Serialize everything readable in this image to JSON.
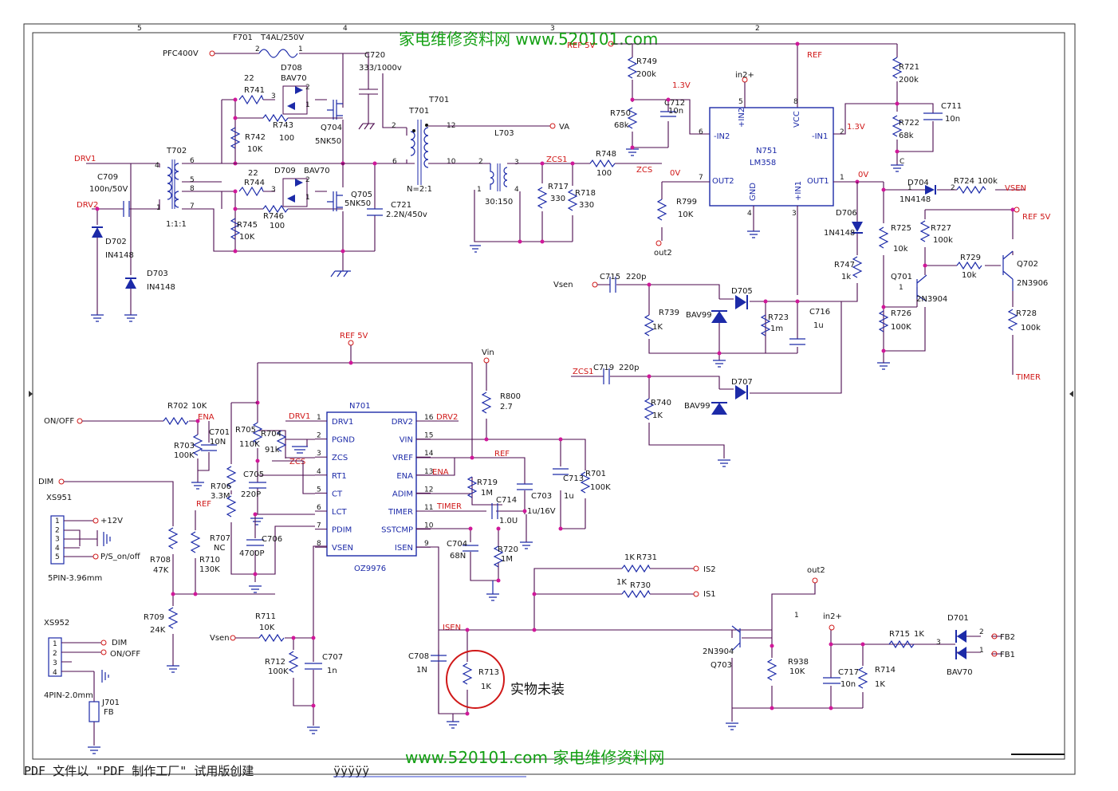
{
  "watermark_top": "家电维修资料网  www.520101.com",
  "watermark_bottom": "www.520101.com  家电维修资料网",
  "footer_text": "PDF 文件以 \"PDF 制作工厂\" 试用版创建",
  "footer_mark": "ÿÿÿÿÿ",
  "annotation_not_fitted": "实物未装",
  "grid_numbers": [
    "5",
    "4",
    "3",
    "2"
  ],
  "nets": {
    "pfc400v": "PFC400V",
    "ref5v_top": "REF 5V",
    "ref": "REF",
    "v13_a": "1.3V",
    "v13_b": "1.3V",
    "drv1": "DRV1",
    "drv2": "DRV2",
    "va": "VA",
    "zcs1": "ZCS1",
    "zcs": "ZCS",
    "v0_a": "0V",
    "v0_b": "0V",
    "vsen_out": "VSEN",
    "ref5v_right": "REF 5V",
    "timer_out": "TIMER",
    "vsen_in_a": "Vsen",
    "zcs1_in": "ZCS1",
    "in2p_top": "in2+",
    "out2_top": "out2",
    "ref5v_mid": "REF 5V",
    "vin": "Vin",
    "on_off": "ON/OFF",
    "ena_left": "ENA",
    "ref_left": "REF",
    "dim": "DIM",
    "drv1_ic": "DRV1",
    "drv2_ic": "DRV2",
    "zcs_ic": "ZCS",
    "ref_ic": "REF",
    "ena_ic": "ENA",
    "timer_ic": "TIMER",
    "isen": "ISEN",
    "is2": "IS2",
    "is1": "IS1",
    "vsen_in_b": "Vsen",
    "out2_bottom": "out2",
    "in2p_bottom": "in2+",
    "fb2": "FB2",
    "fb1": "FB1",
    "v12": "+12V",
    "ps_onoff": "P/S_on/off",
    "dim2": "DIM",
    "onoff2": "ON/OFF"
  },
  "components": {
    "f701": "F701",
    "f701_val": "T4AL/250V",
    "c720": "C720",
    "c720_val": "333/1000v",
    "r741": "R741",
    "r741_val": "22",
    "d708": "D708",
    "d708_val": "BAV70",
    "r743": "R743",
    "r743_val": "100",
    "r742": "R742",
    "r742_val": "10K",
    "q704": "Q704",
    "q704_val": "5NK50",
    "t701a": "T701",
    "t701b": "T701",
    "t701_ratio": "N=2:1",
    "l703": "L703",
    "t702": "T702",
    "t702_ratio": "1:1:1",
    "c709": "C709",
    "c709_val": "100n/50V",
    "r744": "R744",
    "r744_val": "22",
    "d709": "D709",
    "d709_val": "BAV70",
    "r746": "R746",
    "r746_val": "100",
    "r745": "R745",
    "r745_val": "10K",
    "q705": "Q705",
    "q705_val": "5NK50",
    "c721": "C721",
    "c721_val": "2.2N/450v",
    "d702": "D702",
    "d702_val": "IN4148",
    "d703": "D703",
    "d703_val": "IN4148",
    "t_ratio": "30:150",
    "r717": "R717",
    "r717_val": "330",
    "r718": "R718",
    "r718_val": "330",
    "r748": "R748",
    "r748_val": "100",
    "r749": "R749",
    "r749_val": "200k",
    "r750": "R750",
    "r750_val": "68k",
    "c712": "C712",
    "c712_val": "10n",
    "n751": "N751",
    "n751_val": "LM358",
    "r721": "R721",
    "r721_val": "200k",
    "r722": "R722",
    "r722_val": "68k",
    "c711": "C711",
    "c711_val": "10n",
    "r799": "R799",
    "r799_val": "10K",
    "d704": "D704",
    "d704_val": "1N4148",
    "r724": "R724",
    "r724_val": "100k",
    "d706": "D706",
    "d706_val": "1N4148",
    "r725": "R725",
    "r725_val": "10k",
    "r727": "R727",
    "r727_val": "100k",
    "r747": "R747",
    "r747_val": "1k",
    "r729": "R729",
    "r729_val": "10k",
    "q702": "Q702",
    "q702_val": "2N3906",
    "q701": "Q701",
    "q701_val": "2N3904",
    "r726": "R726",
    "r726_val": "100K",
    "r728": "R728",
    "r728_val": "100k",
    "c715": "C715",
    "c715_val": "220p",
    "d705": "D705",
    "r739": "R739",
    "r739_val": "1K",
    "bav99_a": "BAV99",
    "r723": "R723",
    "r723_val": "1m",
    "c716": "C716",
    "c716_val": "1u",
    "c719": "C719",
    "c719_val": "220p",
    "d707": "D707",
    "r740": "R740",
    "r740_val": "1K",
    "bav99_b": "BAV99",
    "n701": "N701",
    "n701_val": "OZ9976",
    "r800": "R800",
    "r800_val": "2.7",
    "r702": "R702",
    "r702_val": "10K",
    "r703": "R703",
    "r703_val": "100K",
    "c701": "C701",
    "c701_val": "10N",
    "r705": "R705",
    "r705_val": "110K",
    "r704": "R704",
    "r704_val": "91k",
    "c705": "C705",
    "c705_val": "220P",
    "r706": "R706",
    "r706_val": "3.3M",
    "r707": "R707",
    "r707_val": "NC",
    "c706": "C706",
    "c706_val": "4700P",
    "r708": "R708",
    "r708_val": "47K",
    "r710": "R710",
    "r710_val": "130K",
    "r709": "R709",
    "r709_val": "24K",
    "r719": "R719",
    "r719_val": "1M",
    "c703": "C703",
    "c713": "C713",
    "c713_val": "1u",
    "r701": "R701",
    "r701_val": "100K",
    "c714": "C714",
    "c714_val": "1.0U",
    "c703_val": "1u/16V",
    "c704": "C704",
    "c704_val": "68N",
    "r720": "R720",
    "r720_val": "1M",
    "r711": "R711",
    "r711_val": "10K",
    "r712": "R712",
    "r712_val": "100K",
    "c707": "C707",
    "c707_val": "1n",
    "c708": "C708",
    "c708_val": "1N",
    "r713": "R713",
    "r713_val": "1K",
    "r731": "R731",
    "r731_val": "1K",
    "r730": "R730",
    "r730_val": "1K",
    "q703": "Q703",
    "q703_val": "2N3904",
    "r938": "R938",
    "r938_val": "10K",
    "c717": "C717",
    "c717_val": "10n",
    "r714": "R714",
    "r714_val": "1K",
    "r715": "R715",
    "r715_val": "1K",
    "d701": "D701",
    "d701_val": "BAV70",
    "xs951": "XS951",
    "xs951_type": "5PIN-3.96mm",
    "xs952": "XS952",
    "xs952_type": "4PIN-2.0mm",
    "j701": "J701",
    "j701_val": "FB",
    "c_lbl": "C",
    "one_lbl": "1"
  },
  "ic_n701": {
    "left_pins": [
      {
        "num": "1",
        "name": "DRV1"
      },
      {
        "num": "2",
        "name": "PGND"
      },
      {
        "num": "3",
        "name": "ZCS"
      },
      {
        "num": "4",
        "name": "RT1"
      },
      {
        "num": "5",
        "name": "CT"
      },
      {
        "num": "6",
        "name": "LCT"
      },
      {
        "num": "7",
        "name": "PDIM"
      },
      {
        "num": "8",
        "name": "VSEN"
      }
    ],
    "right_pins": [
      {
        "num": "16",
        "name": "DRV2"
      },
      {
        "num": "15",
        "name": "VIN"
      },
      {
        "num": "14",
        "name": "VREF"
      },
      {
        "num": "13",
        "name": "ENA"
      },
      {
        "num": "12",
        "name": "ADIM"
      },
      {
        "num": "11",
        "name": "TIMER"
      },
      {
        "num": "10",
        "name": "SSTCMP"
      },
      {
        "num": "9",
        "name": "ISEN"
      }
    ]
  },
  "ic_n751": {
    "pins": {
      "in2m": "-IN2",
      "in2p": "+IN2",
      "vcc": "VCC",
      "in1m": "-IN1",
      "out2": "OUT2",
      "gnd": "GND",
      "in1p": "+IN1",
      "out1": "OUT1"
    },
    "pin_nums": [
      "5",
      "8",
      "6",
      "2",
      "7",
      "4",
      "3",
      "1"
    ]
  },
  "connector_pins": {
    "xs951": [
      "1",
      "2",
      "3",
      "4",
      "5"
    ],
    "xs952": [
      "1",
      "2",
      "3",
      "4"
    ]
  }
}
